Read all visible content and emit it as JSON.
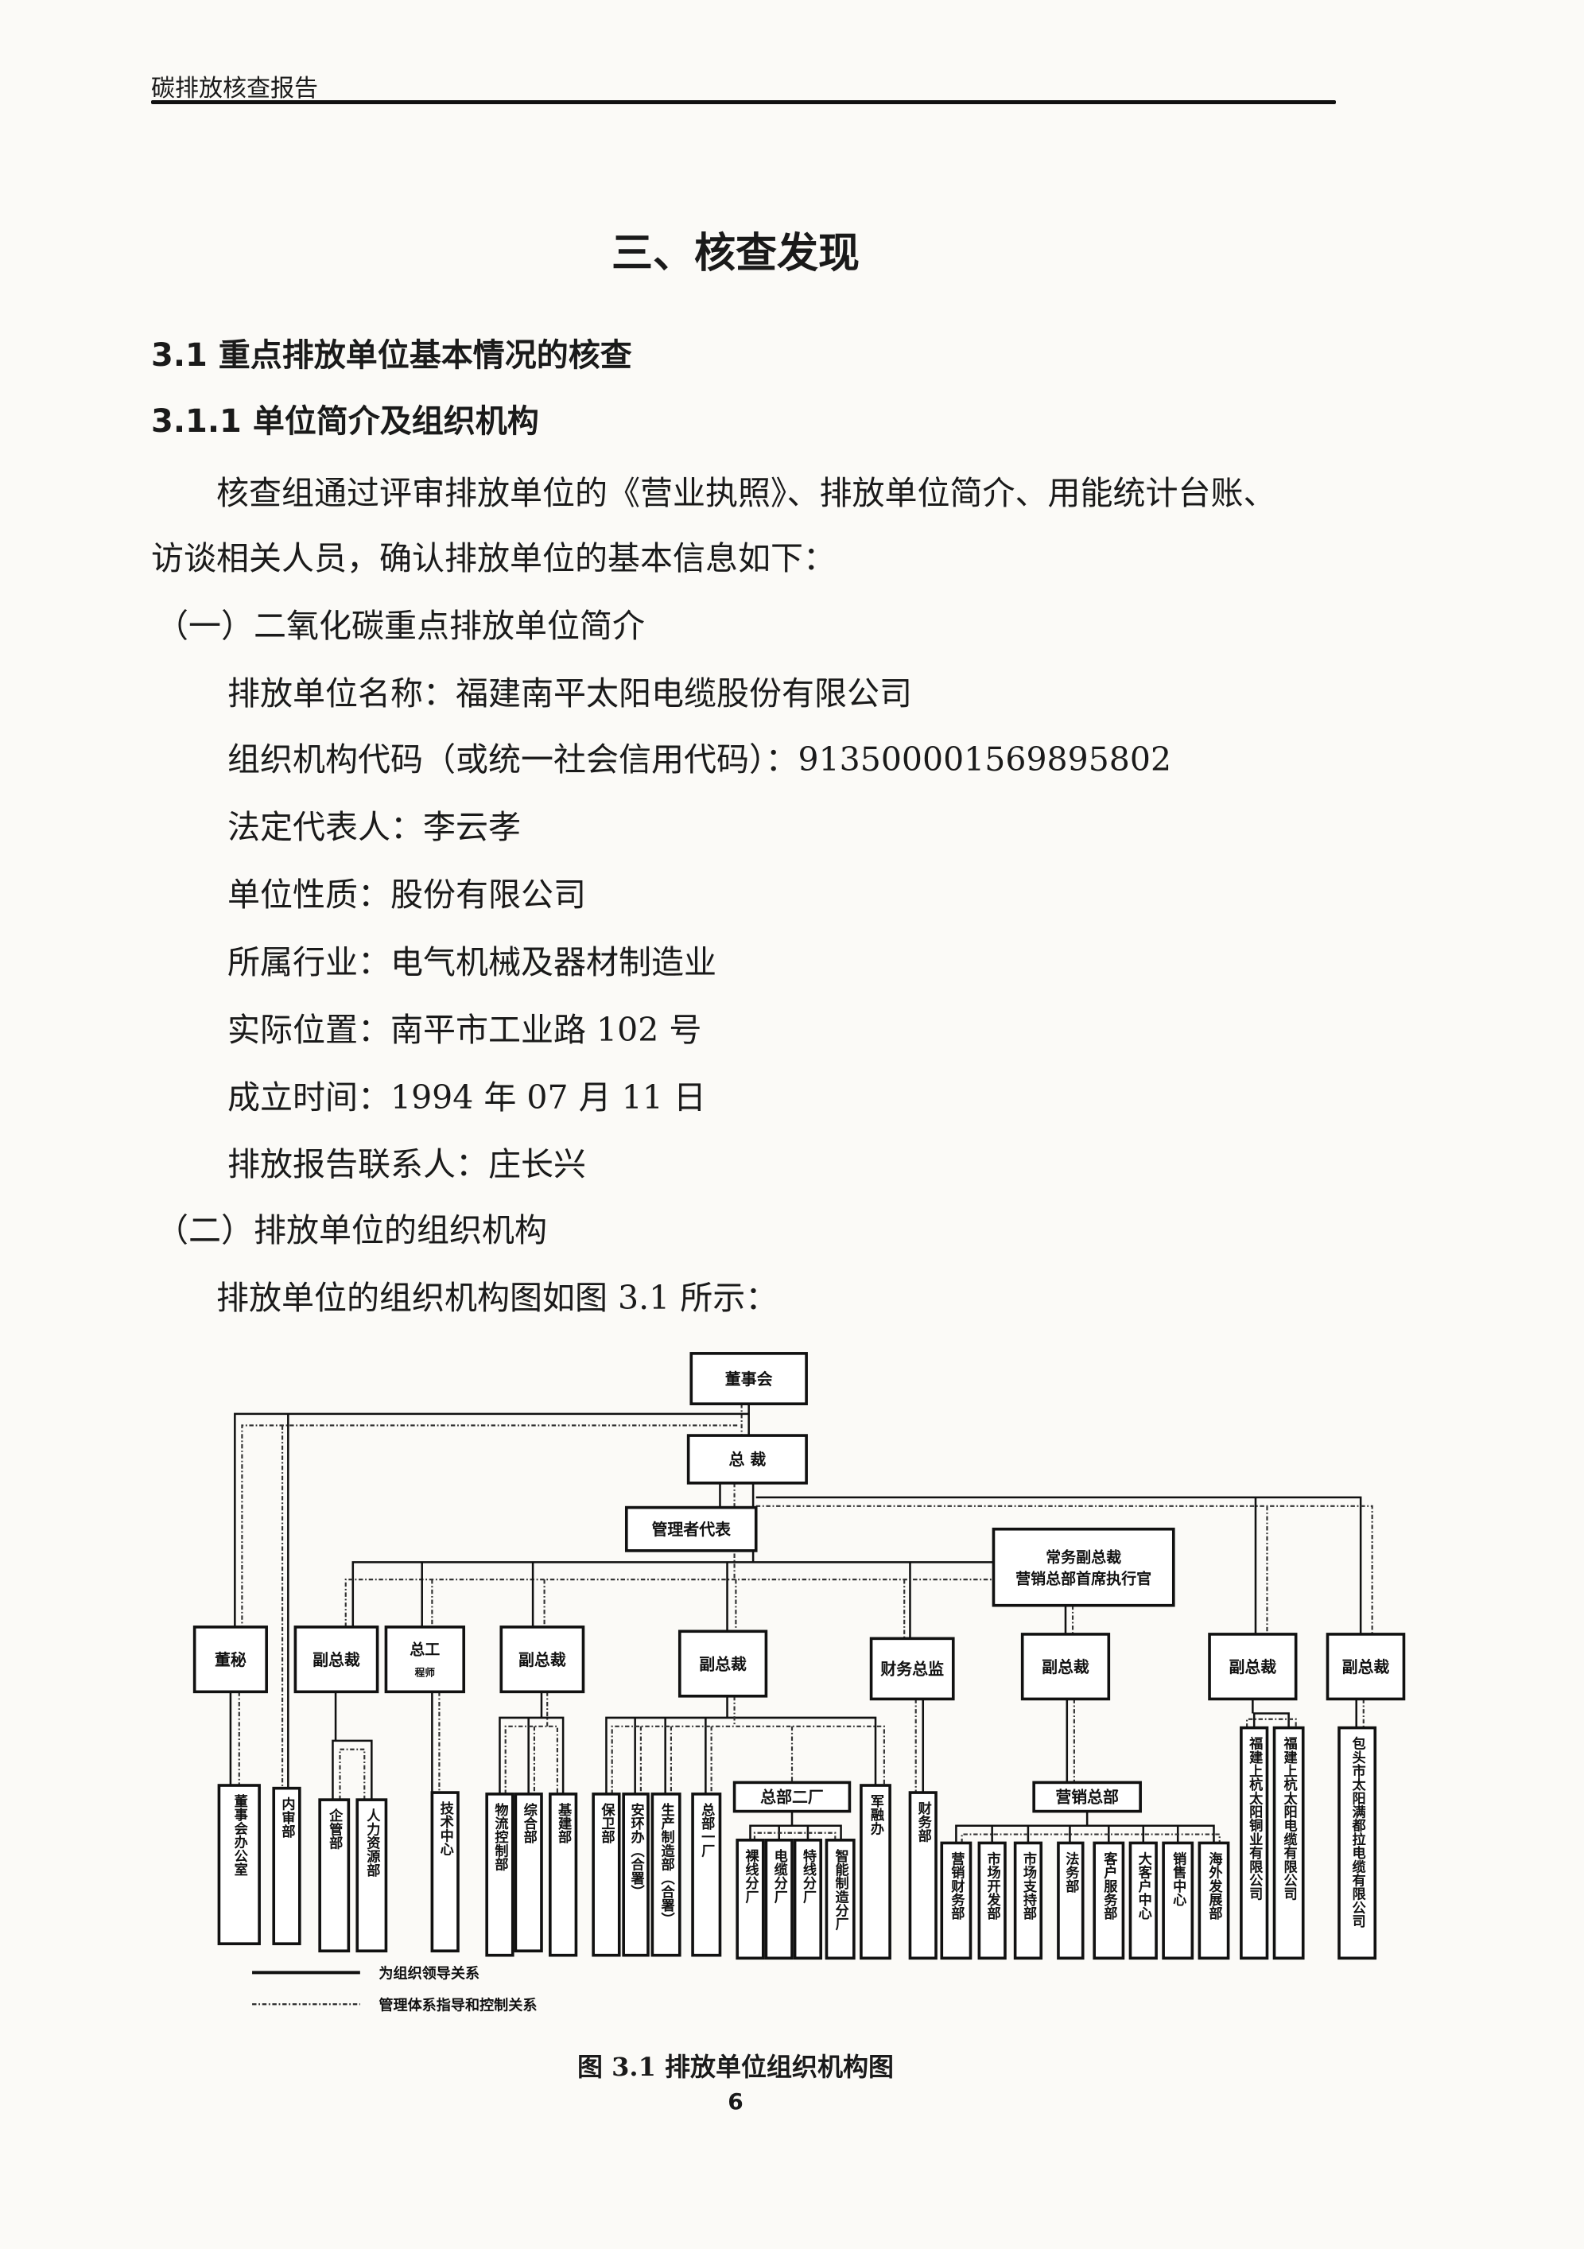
{
  "header": {
    "title": "碳排放核查报告"
  },
  "chapter_title": "三、核查发现",
  "section": {
    "heading": "3.1 重点排放单位基本情况的核查"
  },
  "subsection": {
    "heading": "3.1.1 单位简介及组织机构"
  },
  "intro": {
    "line1": "核查组通过评审排放单位的《营业执照》、排放单位简介、用能统计台账、",
    "line2": "访谈相关人员，确认排放单位的基本信息如下："
  },
  "part1": {
    "heading": "（一）二氧化碳重点排放单位简介",
    "items": [
      "排放单位名称：福建南平太阳电缆股份有限公司",
      "组织机构代码（或统一社会信用代码）：913500001569895802",
      "法定代表人：李云孝",
      "单位性质：股份有限公司",
      "所属行业：电气机械及器材制造业",
      "实际位置：南平市工业路 102 号",
      "成立时间：1994 年 07 月 11 日",
      "排放报告联系人：庄长兴"
    ]
  },
  "part2": {
    "heading": "（二）排放单位的组织机构",
    "text": "排放单位的组织机构图如图 3.1 所示："
  },
  "org_chart": {
    "boxes": [
      {
        "lines": [
          "董事会"
        ]
      },
      {
        "lines": [
          "总  裁"
        ]
      },
      {
        "lines": [
          "管理者代表"
        ]
      },
      {
        "lines": [
          "常务副总裁",
          "营销总部首席执行官"
        ]
      },
      {
        "lines": [
          "董秘"
        ]
      },
      {
        "lines": [
          "副总裁"
        ]
      },
      {
        "lines": [
          "总工",
          "程师"
        ]
      },
      {
        "lines": [
          "副总裁"
        ]
      },
      {
        "lines": [
          "副总裁"
        ]
      },
      {
        "lines": [
          "财务总监"
        ]
      },
      {
        "lines": [
          "副总裁"
        ]
      },
      {
        "lines": [
          "副总裁"
        ]
      },
      {
        "lines": [
          "副总裁"
        ]
      },
      {
        "lines": [
          "总部二厂"
        ]
      },
      {
        "lines": [
          "营销总部"
        ]
      }
    ],
    "leaves": [
      "董事会办公室",
      "内审部",
      "企管部",
      "人力资源部",
      "技术中心",
      "物流控制部",
      "综合部",
      "基建部",
      "保卫部",
      "安环办（合署）",
      "生产制造部（合署）",
      "总部一厂",
      "裸线分厂",
      "电缆分厂",
      "特线分厂",
      "智能制造分厂",
      "军融办",
      "财务部",
      "营销财务部",
      "市场开发部",
      "市场支持部",
      "法务部",
      "客户服务部",
      "大客户中心",
      "销售中心",
      "海外发展部",
      "福建上杭太阳铜业有限公司",
      "福建上杭太阳电缆有限公司",
      "包头市太阳满都拉电缆有限公司"
    ],
    "legend": [
      "为组织领导关系",
      "管理体系指导和控制关系"
    ]
  },
  "caption": "图 3.1  排放单位组织机构图",
  "page_number": "6"
}
